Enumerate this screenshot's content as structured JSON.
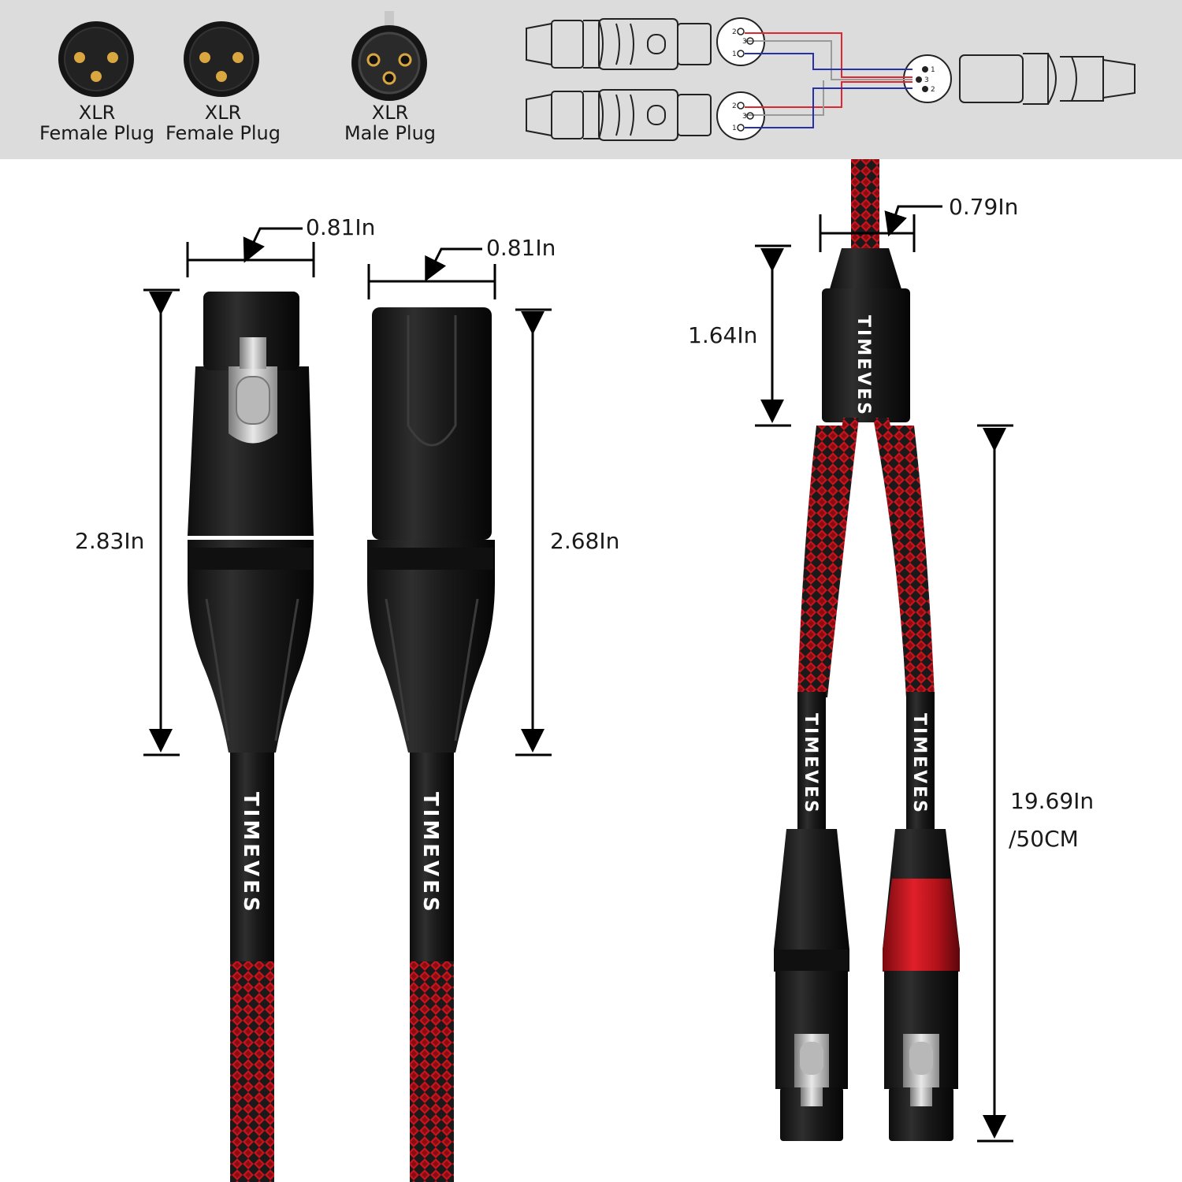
{
  "connector_legend": [
    {
      "line1": "XLR",
      "line2": "Female Plug"
    },
    {
      "line1": "XLR",
      "line2": "Female Plug"
    },
    {
      "line1": "XLR",
      "line2": "Male Plug"
    }
  ],
  "wiring_pins": {
    "top": [
      "2",
      "3",
      "1"
    ],
    "bottom": [
      "2",
      "3",
      "1"
    ],
    "male": [
      "1",
      "3",
      "2"
    ]
  },
  "brand": "TIMEVES",
  "dimensions": {
    "female_width": "0.81In",
    "male_width": "0.81In",
    "female_length": "2.83In",
    "male_length": "2.68In",
    "splitter_width": "0.79In",
    "splitter_length": "1.64In",
    "cable_length_in": "19.69In",
    "cable_length_cm": "/50CM"
  },
  "colors": {
    "braid_red": "#c8141c",
    "connector_black": "#1c1c1c",
    "accent_red": "#c0161e",
    "wire_red": "#e0262e",
    "wire_blue": "#2630a8",
    "background_top": "#dcdcdc"
  }
}
